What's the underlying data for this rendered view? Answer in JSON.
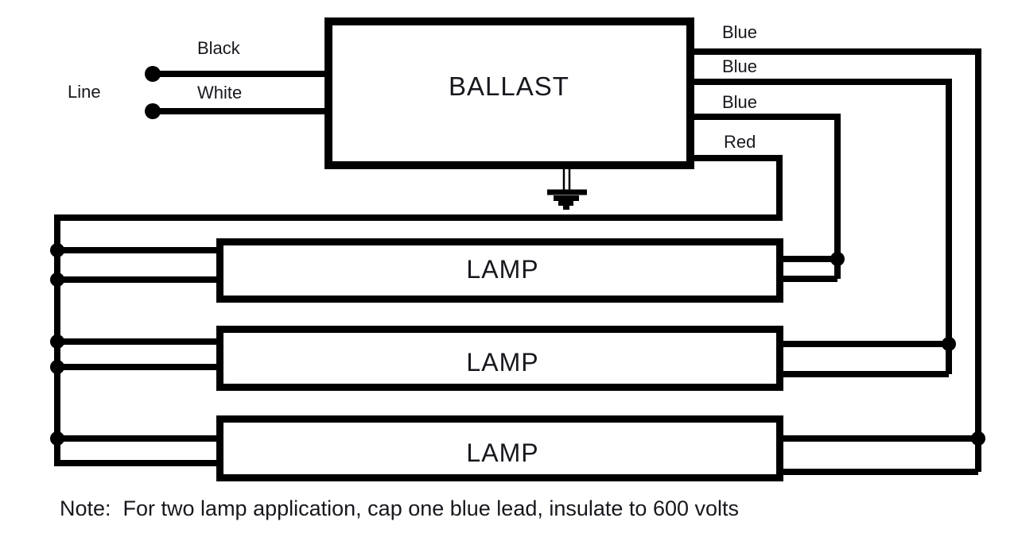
{
  "diagram": {
    "title_hidden": "",
    "ballast": {
      "label": "BALLAST"
    },
    "line_input": {
      "label": "Line",
      "wires": [
        {
          "label": "Black"
        },
        {
          "label": "White"
        }
      ]
    },
    "output_wires": [
      {
        "label": "Blue"
      },
      {
        "label": "Blue"
      },
      {
        "label": "Blue"
      },
      {
        "label": "Red"
      }
    ],
    "lamps": [
      {
        "label": "LAMP"
      },
      {
        "label": "LAMP"
      },
      {
        "label": "LAMP"
      }
    ],
    "ground": {
      "icon": "earth-ground-symbol"
    },
    "note": "Note:  For two lamp application, cap one blue lead, insulate to 600 volts",
    "colors": {
      "wire": "#000000",
      "text": "#17181d",
      "background": "#ffffff"
    }
  }
}
